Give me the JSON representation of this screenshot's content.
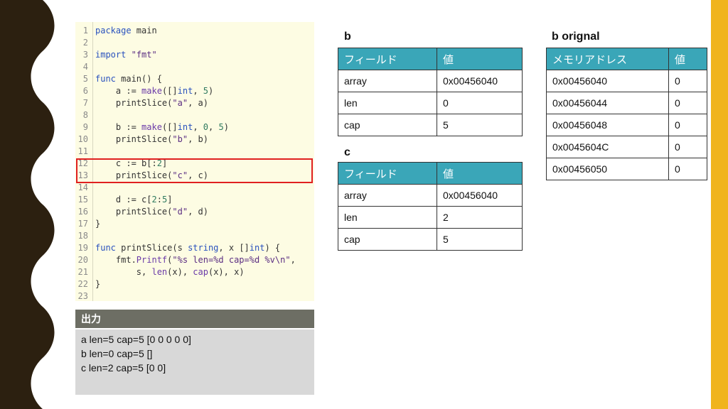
{
  "colors": {
    "accent_yellow": "#f0b41e",
    "wave_brown": "#2c2010",
    "table_header": "#3aa6b8",
    "highlight_red": "#e02020"
  },
  "code": {
    "lines": [
      {
        "n": "1",
        "t": "package main"
      },
      {
        "n": "2",
        "t": ""
      },
      {
        "n": "3",
        "t": "import \"fmt\""
      },
      {
        "n": "4",
        "t": ""
      },
      {
        "n": "5",
        "t": "func main() {"
      },
      {
        "n": "6",
        "t": "    a := make([]int, 5)"
      },
      {
        "n": "7",
        "t": "    printSlice(\"a\", a)"
      },
      {
        "n": "8",
        "t": ""
      },
      {
        "n": "9",
        "t": "    b := make([]int, 0, 5)"
      },
      {
        "n": "10",
        "t": "    printSlice(\"b\", b)"
      },
      {
        "n": "11",
        "t": ""
      },
      {
        "n": "12",
        "t": "    c := b[:2]"
      },
      {
        "n": "13",
        "t": "    printSlice(\"c\", c)"
      },
      {
        "n": "14",
        "t": ""
      },
      {
        "n": "15",
        "t": "    d := c[2:5]"
      },
      {
        "n": "16",
        "t": "    printSlice(\"d\", d)"
      },
      {
        "n": "17",
        "t": "}"
      },
      {
        "n": "18",
        "t": ""
      },
      {
        "n": "19",
        "t": "func printSlice(s string, x []int) {"
      },
      {
        "n": "20",
        "t": "    fmt.Printf(\"%s len=%d cap=%d %v\\n\","
      },
      {
        "n": "21",
        "t": "        s, len(x), cap(x), x)"
      },
      {
        "n": "22",
        "t": "}"
      },
      {
        "n": "23",
        "t": ""
      }
    ]
  },
  "output": {
    "header": "出力",
    "lines": [
      "a len=5 cap=5 [0 0 0 0 0]",
      "b len=0 cap=5 []",
      "c len=2 cap=5 [0 0]"
    ]
  },
  "table_b": {
    "title": "b",
    "headers": [
      "フィールド",
      "値"
    ],
    "rows": [
      [
        "array",
        "0x00456040"
      ],
      [
        "len",
        "0"
      ],
      [
        "cap",
        "5"
      ]
    ]
  },
  "table_c": {
    "title": "c",
    "headers": [
      "フィールド",
      "値"
    ],
    "rows": [
      [
        "array",
        "0x00456040"
      ],
      [
        "len",
        "2"
      ],
      [
        "cap",
        "5"
      ]
    ]
  },
  "table_b_orig": {
    "title": "b orignal",
    "headers": [
      "メモリアドレス",
      "値"
    ],
    "rows": [
      [
        "0x00456040",
        "0"
      ],
      [
        "0x00456044",
        "0"
      ],
      [
        "0x00456048",
        "0"
      ],
      [
        "0x0045604C",
        "0"
      ],
      [
        "0x00456050",
        "0"
      ]
    ]
  }
}
